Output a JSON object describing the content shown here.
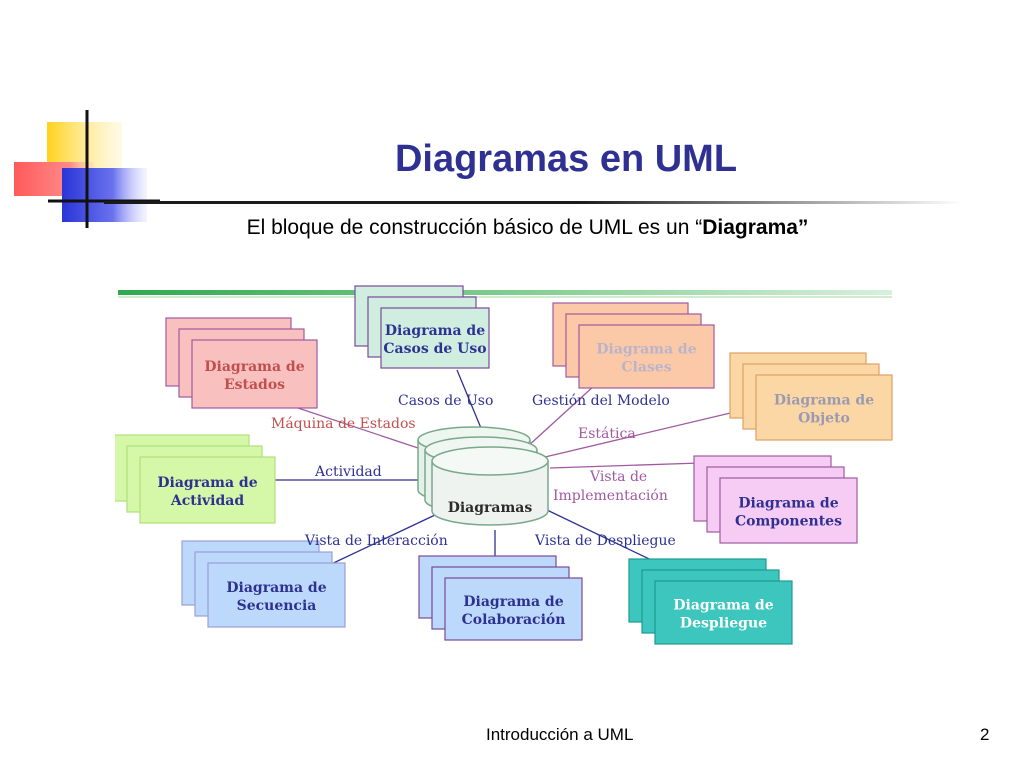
{
  "slide": {
    "title": "Diagramas en UML",
    "subtitle_prefix": "El bloque de construcción básico de UML es un “",
    "subtitle_bold": "Diagrama”"
  },
  "footer": {
    "center": "Introducción a UML",
    "page_number": "2"
  },
  "diagram": {
    "hub_label": "Diagramas",
    "nodes": [
      {
        "id": "casos-de-uso",
        "line1": "Diagrama de",
        "line2": "Casos de Uso",
        "fill": "#cfeee0",
        "stroke": "#7a4a9a",
        "text_color": "#2e3192"
      },
      {
        "id": "clases",
        "line1": "Diagrama de",
        "line2": "Clases",
        "fill": "#fcc9a8",
        "stroke": "#a05aa0",
        "text_color": "#b9b4c9"
      },
      {
        "id": "objeto",
        "line1": "Diagrama de",
        "line2": "Objeto",
        "fill": "#fcd7a6",
        "stroke": "#e0a060",
        "text_color": "#9a9ab0"
      },
      {
        "id": "estados",
        "line1": "Diagrama de",
        "line2": "Estados",
        "fill": "#f9c0c0",
        "stroke": "#a05aa0",
        "text_color": "#c0504d"
      },
      {
        "id": "actividad",
        "line1": "Diagrama de",
        "line2": "Actividad",
        "fill": "#d4f7a8",
        "stroke": "#b0e07a",
        "text_color": "#2e3192"
      },
      {
        "id": "componentes",
        "line1": "Diagrama de",
        "line2": "Componentes",
        "fill": "#f6ccf4",
        "stroke": "#a05aa0",
        "text_color": "#2e3192"
      },
      {
        "id": "secuencia",
        "line1": "Diagrama de",
        "line2": "Secuencia",
        "fill": "#bcd9fb",
        "stroke": "#9aa0d8",
        "text_color": "#2e3192"
      },
      {
        "id": "colaboracion",
        "line1": "Diagrama de",
        "line2": "Colaboración",
        "fill": "#bcd9fb",
        "stroke": "#7a4a9a",
        "text_color": "#2e3192"
      },
      {
        "id": "despliegue",
        "line1": "Diagrama de",
        "line2": "Despliegue",
        "fill": "#3cc6bd",
        "stroke": "#1a9a92",
        "text_color": "#ffffff"
      }
    ],
    "edge_labels": [
      {
        "text": "Casos de Uso",
        "color": "#2e3192"
      },
      {
        "text": "Gestión del Modelo",
        "color": "#2e3192"
      },
      {
        "text": "Estática",
        "color": "#a05aa0"
      },
      {
        "text": "Máquina de Estados",
        "color": "#c0504d"
      },
      {
        "text": "Actividad",
        "color": "#2e3192"
      },
      {
        "text": "Vista de",
        "color": "#a05aa0"
      },
      {
        "text": "Implementación",
        "color": "#a05aa0"
      },
      {
        "text": "Vista de Interacción",
        "color": "#2e3192"
      },
      {
        "text": "Vista de Despliegue",
        "color": "#2e3192"
      }
    ]
  }
}
